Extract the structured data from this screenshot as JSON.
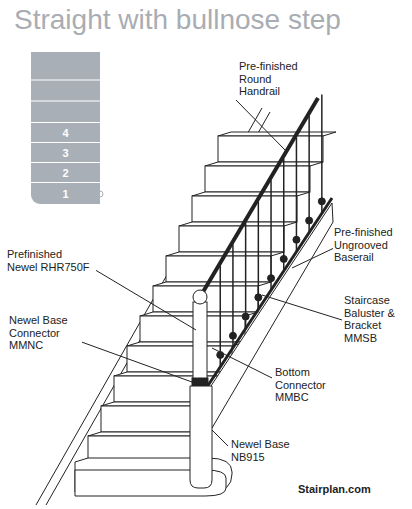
{
  "diagram": {
    "title": "Straight with bullnose step",
    "nodes": [
      {
        "text": [
          "4"
        ]
      },
      {
        "text": [
          "3"
        ]
      },
      {
        "text": [
          "2"
        ]
      },
      {
        "text": [
          "1"
        ]
      }
    ],
    "labels": [
      "Pre-finished Round Handrail",
      "Prefinished Newel RHR750F",
      "Newel Base Connector MMNC",
      "Pre-finished Ungrooved Baserail",
      "Staircase Baluster & Bracket MMSB",
      "Bottom Connector MMBC",
      "Newel Base NB915",
      "Stairplan.com"
    ]
  }
}
